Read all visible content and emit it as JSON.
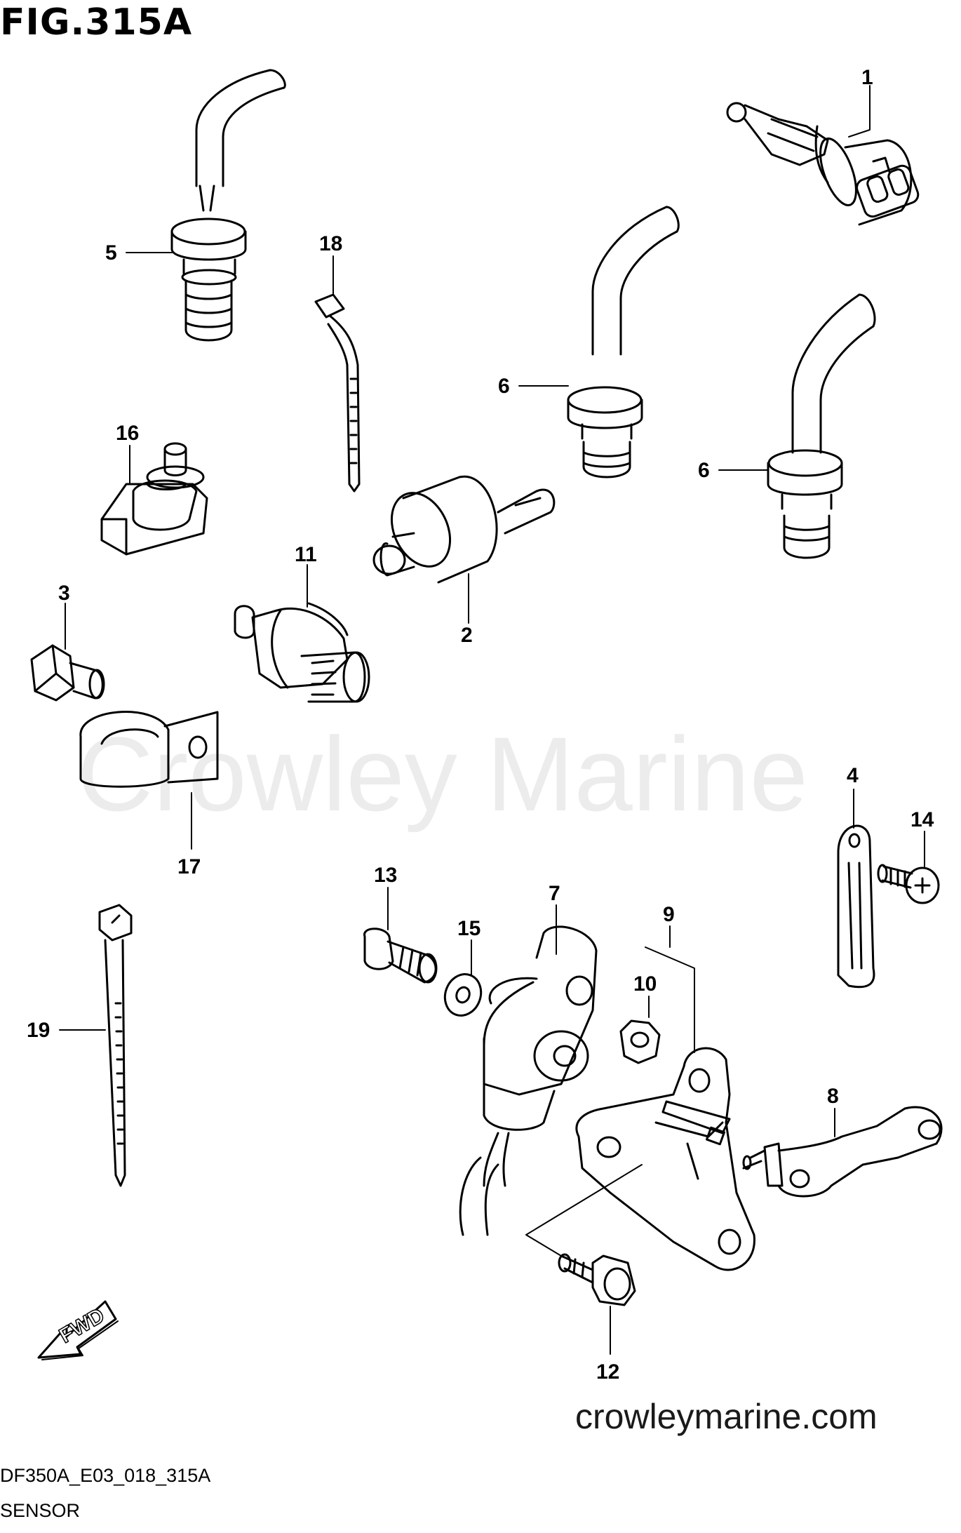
{
  "figure": {
    "title": "FIG.315A",
    "diagram_code": "DF350A_E03_018_315A",
    "section_name": "SENSOR",
    "website": "crowleymarine.com",
    "watermark": "Crowley Marine",
    "direction_label": "FWD"
  },
  "callouts": [
    {
      "id": "c1",
      "label": "1"
    },
    {
      "id": "c2",
      "label": "2"
    },
    {
      "id": "c3",
      "label": "3"
    },
    {
      "id": "c4",
      "label": "4"
    },
    {
      "id": "c5",
      "label": "5"
    },
    {
      "id": "c6a",
      "label": "6"
    },
    {
      "id": "c6b",
      "label": "6"
    },
    {
      "id": "c7",
      "label": "7"
    },
    {
      "id": "c8",
      "label": "8"
    },
    {
      "id": "c9",
      "label": "9"
    },
    {
      "id": "c10",
      "label": "10"
    },
    {
      "id": "c11",
      "label": "11"
    },
    {
      "id": "c12",
      "label": "12"
    },
    {
      "id": "c13",
      "label": "13"
    },
    {
      "id": "c14",
      "label": "14"
    },
    {
      "id": "c15",
      "label": "15"
    },
    {
      "id": "c16",
      "label": "16"
    },
    {
      "id": "c17",
      "label": "17"
    },
    {
      "id": "c18",
      "label": "18"
    },
    {
      "id": "c19",
      "label": "19"
    }
  ]
}
